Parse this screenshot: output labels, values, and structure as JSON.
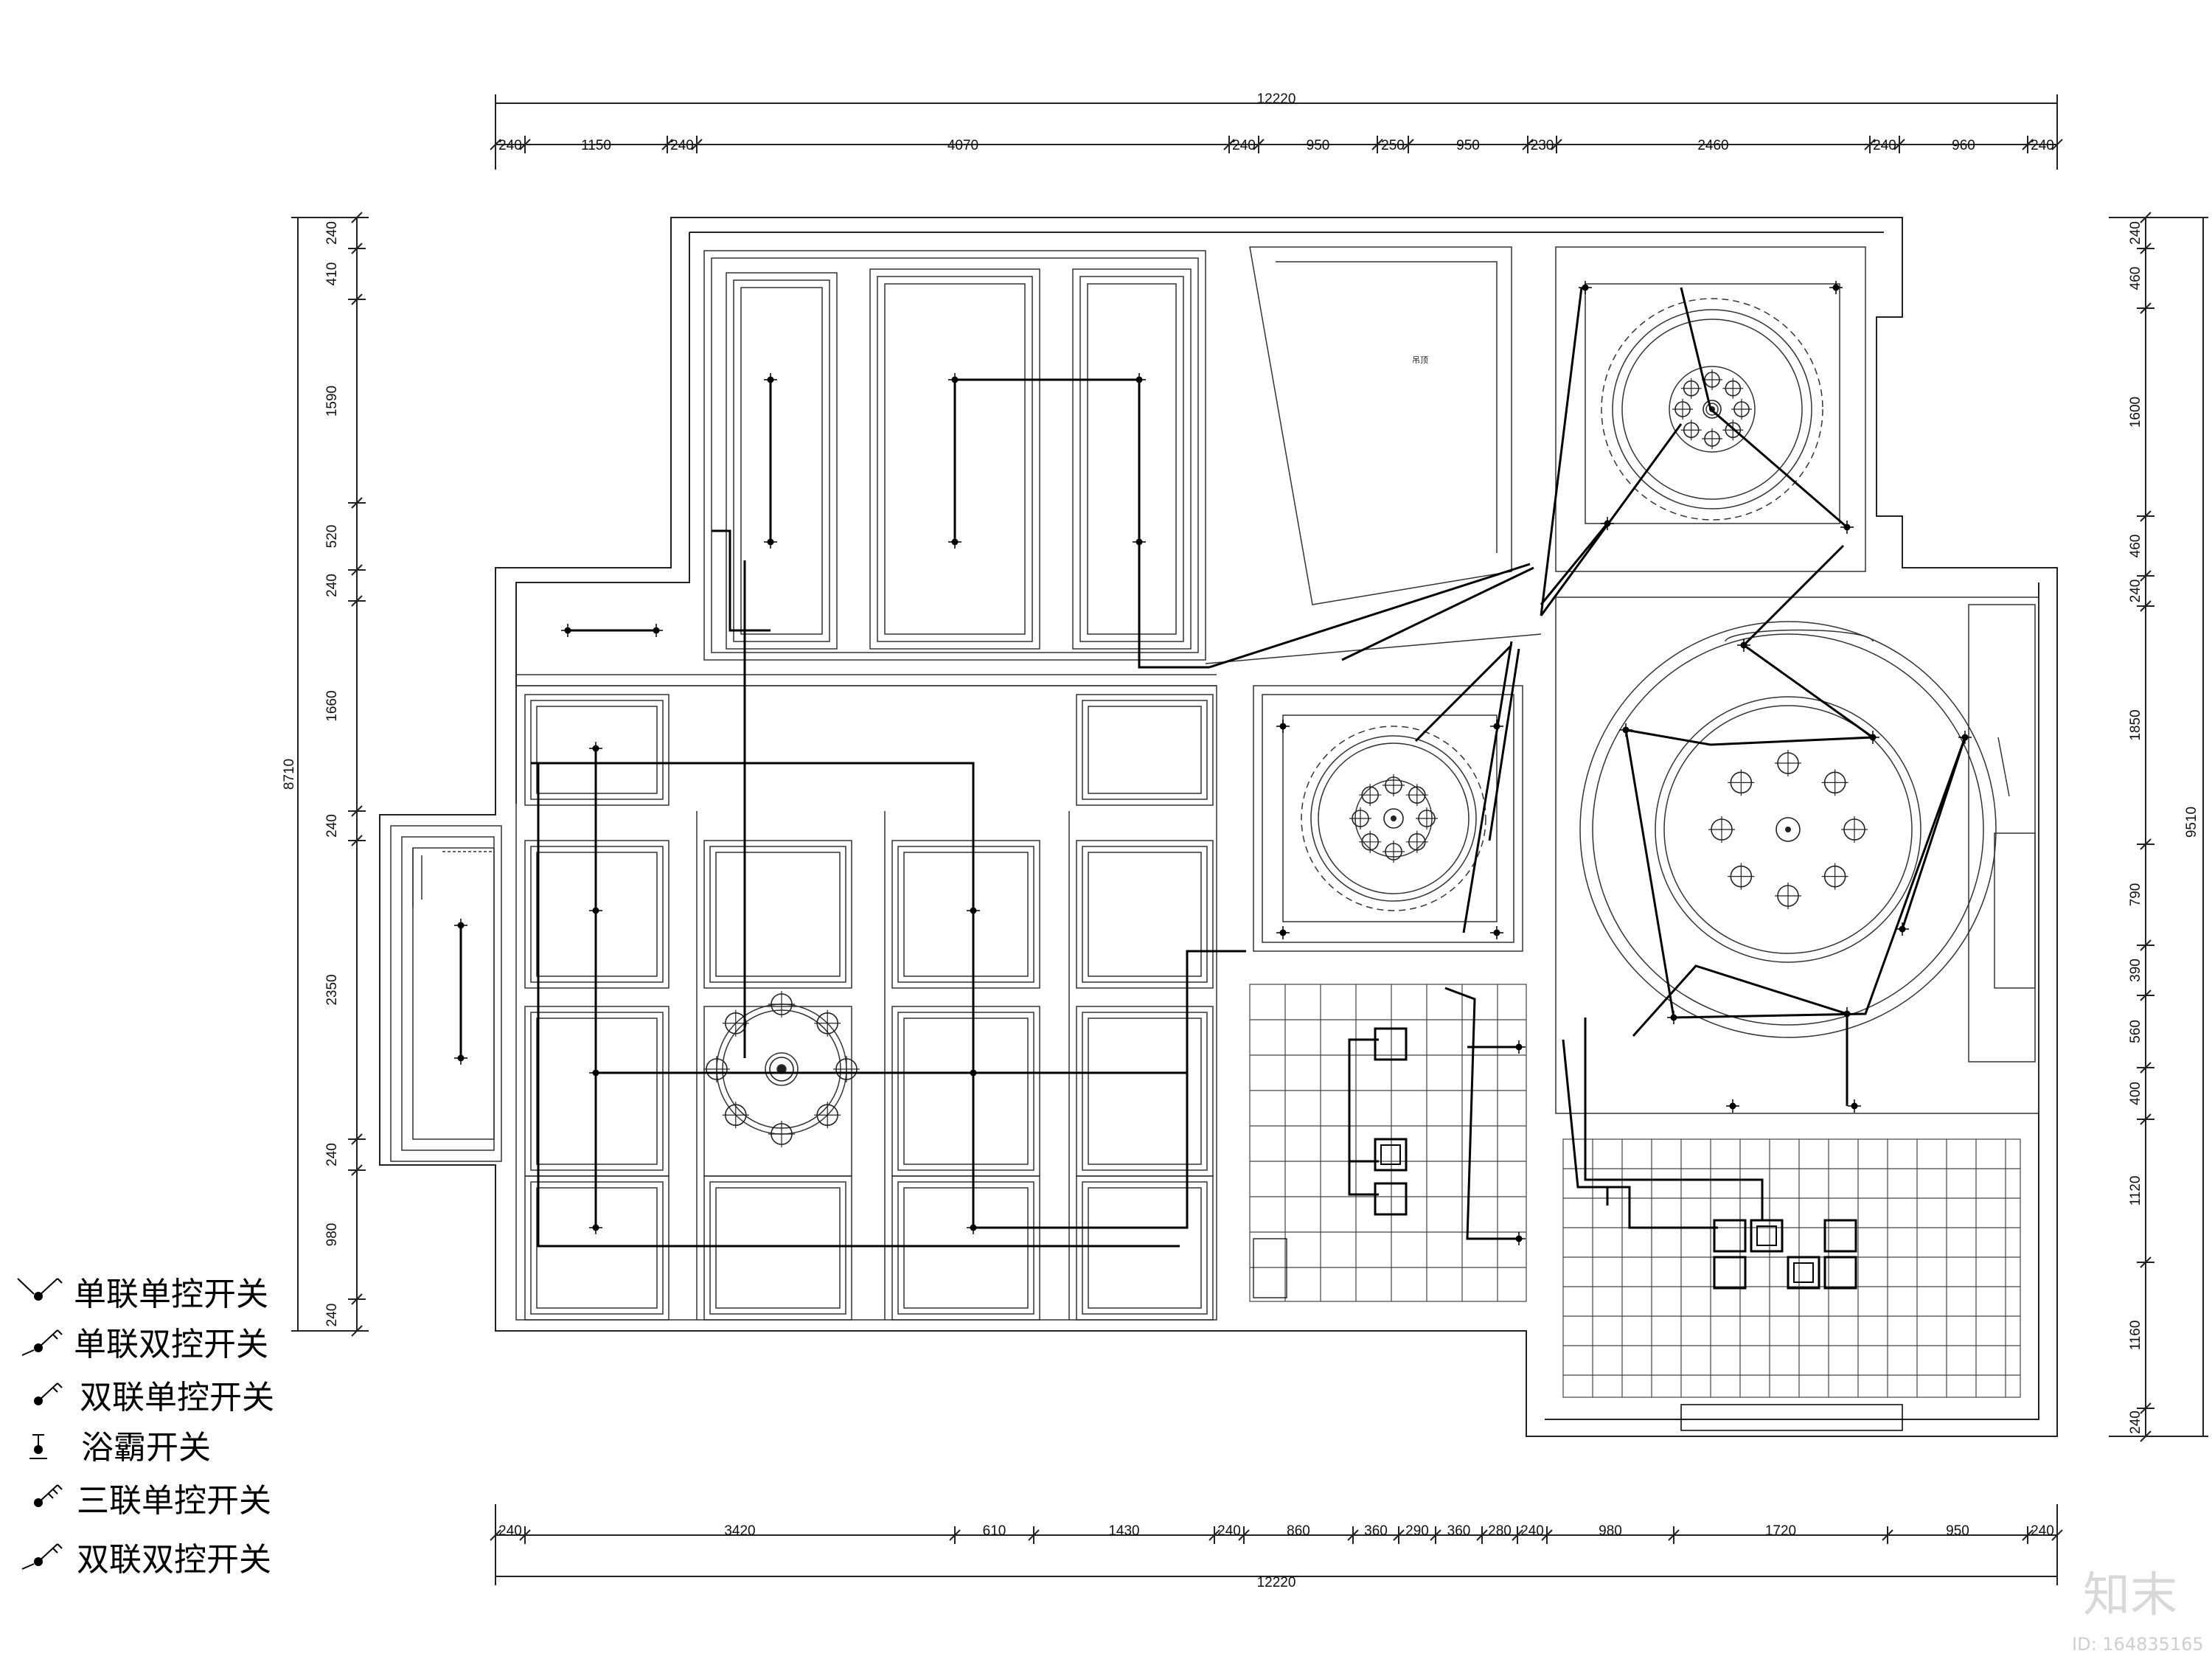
{
  "dimensions": {
    "top_overall": "12220",
    "top_segments": [
      "240",
      "1150",
      "240",
      "4070",
      "240",
      "950",
      "250",
      "950",
      "230",
      "2460",
      "240",
      "960",
      "240"
    ],
    "bottom_overall": "12220",
    "bottom_segments": [
      "240",
      "3420",
      "610",
      "1430",
      "240",
      "860",
      "360",
      "290",
      "360",
      "280",
      "240",
      "980",
      "1720",
      "950",
      "240"
    ],
    "left_overall": "8710",
    "left_segments": [
      "240",
      "410",
      "1590",
      "520",
      "240",
      "1660",
      "240",
      "2350",
      "240",
      "980",
      "240"
    ],
    "right_overall": "9510",
    "right_segments": [
      "240",
      "460",
      "1600",
      "460",
      "240",
      "1850",
      "790",
      "390",
      "560",
      "400",
      "1120",
      "1160",
      "240"
    ]
  },
  "legend": [
    {
      "symbol": "single-gang-single-control",
      "label": "单联单控开关"
    },
    {
      "symbol": "single-gang-double-control",
      "label": "单联双控开关"
    },
    {
      "symbol": "double-gang-single-control",
      "label": "双联单控开关"
    },
    {
      "symbol": "bath-heater",
      "label": "浴霸开关"
    },
    {
      "symbol": "triple-gang-single-control",
      "label": "三联单控开关"
    },
    {
      "symbol": "double-gang-double-control",
      "label": "双联双控开关"
    }
  ],
  "watermark": {
    "brand": "知末",
    "id": "ID: 164835165"
  }
}
